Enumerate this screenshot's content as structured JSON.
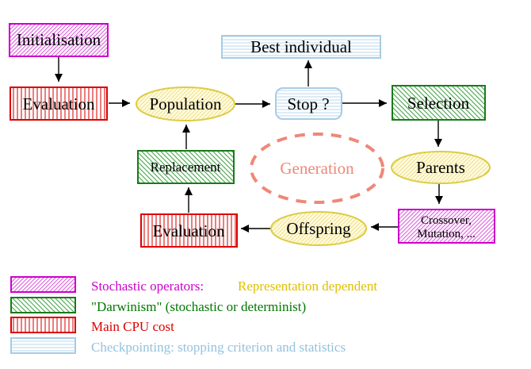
{
  "diagram": {
    "nodes": {
      "initialisation": "Initialisation",
      "evaluation_top": "Evaluation",
      "population": "Population",
      "best_individual": "Best individual",
      "stop": "Stop ?",
      "selection": "Selection",
      "replacement": "Replacement",
      "generation": "Generation",
      "parents": "Parents",
      "offspring": "Offspring",
      "evaluation_bottom": "Evaluation",
      "crossover_line1": "Crossover,",
      "crossover_line2": "Mutation, ..."
    },
    "legend": {
      "items": [
        {
          "swatch": "magenta-diagonal-hatch",
          "text": "Stochastic operators:",
          "text2": "Representation dependent"
        },
        {
          "swatch": "green-diagonal-hatch",
          "text": "\"Darwinism\" (stochastic or determinist)"
        },
        {
          "swatch": "red-vertical-stripes",
          "text": "Main CPU cost"
        },
        {
          "swatch": "cyan-horizontal-stripes",
          "text": "Checkpointing: stopping criterion and statistics"
        }
      ]
    },
    "palette": {
      "magenta": "#cc00cc",
      "red": "#dd0000",
      "green_border": "#1a7a1a",
      "green_text": "#007700",
      "yellow_text": "#e0c000",
      "gold_border": "#ddcc44",
      "cyan_border": "#a8cce4",
      "cyan_text": "#94c2dc",
      "salmon": "#ee8878",
      "arrow": "#000000"
    }
  }
}
